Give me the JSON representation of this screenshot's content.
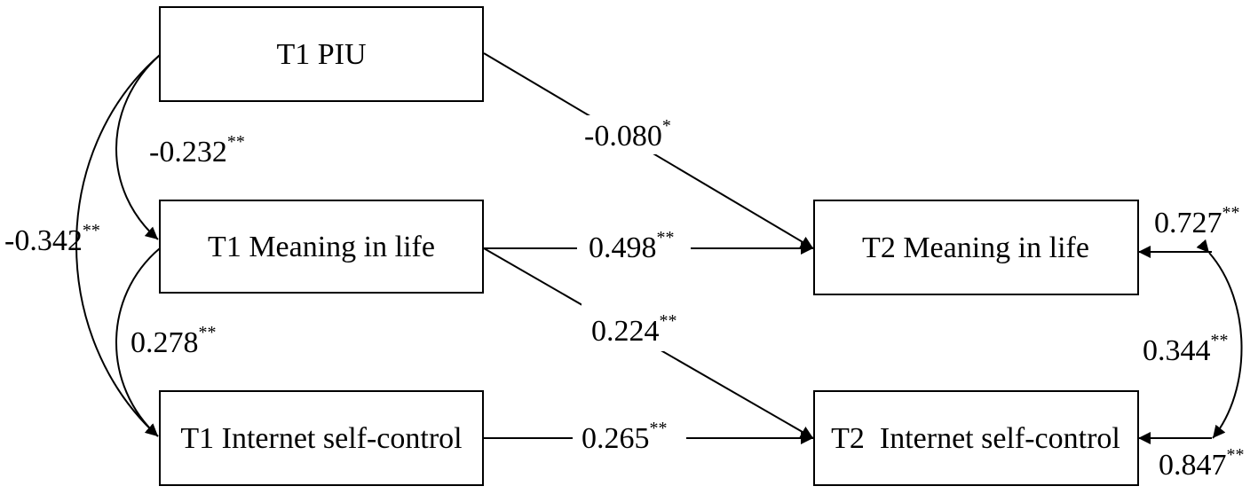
{
  "nodes": {
    "t1_piu": "T1 PIU",
    "t1_meaning": "T1 Meaning in life",
    "t1_control": "T1 Internet self-control",
    "t2_meaning": "T2 Meaning in life",
    "t2_control": "T2  Internet self-control"
  },
  "paths": {
    "piu_to_t2_meaning": {
      "value": "-0.080",
      "sig": "*"
    },
    "meaning_to_t2_meaning": {
      "value": "0.498",
      "sig": "**"
    },
    "meaning_to_t2_control": {
      "value": "0.224",
      "sig": "**"
    },
    "control_to_t2_control": {
      "value": "0.265",
      "sig": "**"
    }
  },
  "covariances": {
    "piu_meaning": {
      "value": "-0.232",
      "sig": "**"
    },
    "piu_control": {
      "value": "-0.342",
      "sig": "**"
    },
    "meaning_control": {
      "value": "0.278",
      "sig": "**"
    },
    "t2_residuals": {
      "value": "0.344",
      "sig": "**"
    }
  },
  "residuals": {
    "t2_meaning": {
      "value": "0.727",
      "sig": "**"
    },
    "t2_control": {
      "value": "0.847",
      "sig": "**"
    }
  }
}
